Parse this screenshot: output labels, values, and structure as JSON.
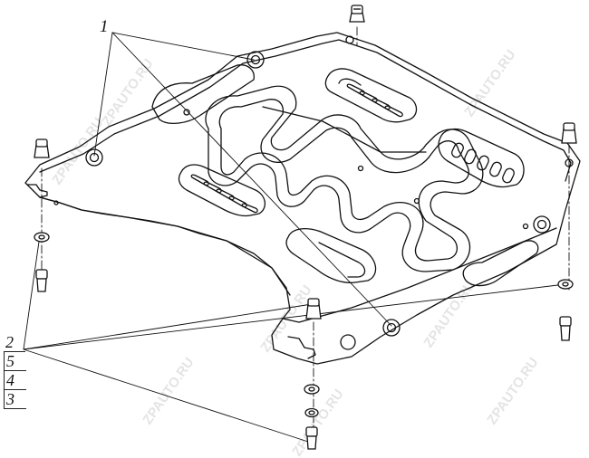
{
  "callouts": {
    "top": "1",
    "legend": [
      "2",
      "5",
      "4",
      "3"
    ]
  },
  "watermark": "ZPAUTO.RU",
  "colors": {
    "line": "#111111",
    "background": "#ffffff",
    "watermark": "#cfcfcf"
  }
}
